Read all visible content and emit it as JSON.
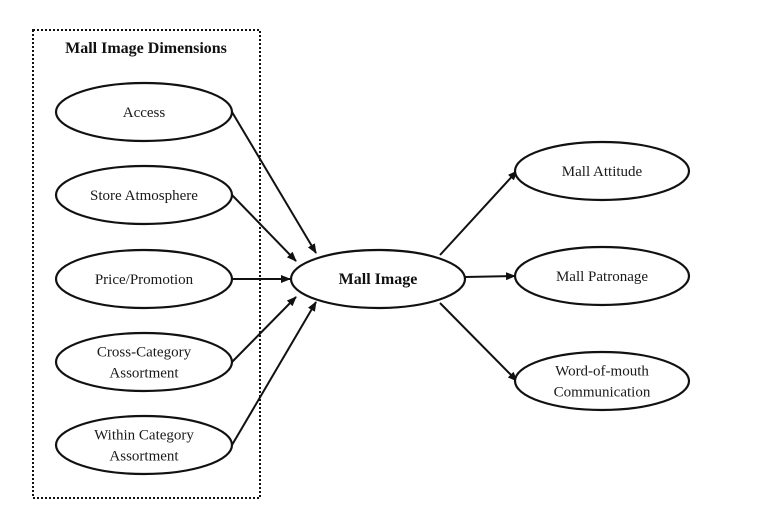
{
  "diagram": {
    "group": {
      "title": "Mall Image Dimensions"
    },
    "inputs": [
      {
        "id": "access",
        "lines": [
          "Access"
        ]
      },
      {
        "id": "store-atmosphere",
        "lines": [
          "Store Atmosphere"
        ]
      },
      {
        "id": "price-promotion",
        "lines": [
          "Price/Promotion"
        ]
      },
      {
        "id": "cross-category-assortment",
        "lines": [
          "Cross-Category",
          "Assortment"
        ]
      },
      {
        "id": "within-category-assortment",
        "lines": [
          "Within Category",
          "Assortment"
        ]
      }
    ],
    "center": {
      "id": "mall-image",
      "lines": [
        "Mall Image"
      ]
    },
    "outputs": [
      {
        "id": "mall-attitude",
        "lines": [
          "Mall Attitude"
        ]
      },
      {
        "id": "mall-patronage",
        "lines": [
          "Mall Patronage"
        ]
      },
      {
        "id": "word-of-mouth",
        "lines": [
          "Word-of-mouth",
          "Communication"
        ]
      }
    ],
    "edges": [
      {
        "from": "access",
        "to": "mall-image"
      },
      {
        "from": "store-atmosphere",
        "to": "mall-image"
      },
      {
        "from": "price-promotion",
        "to": "mall-image"
      },
      {
        "from": "cross-category-assortment",
        "to": "mall-image"
      },
      {
        "from": "within-category-assortment",
        "to": "mall-image"
      },
      {
        "from": "mall-image",
        "to": "mall-attitude"
      },
      {
        "from": "mall-image",
        "to": "mall-patronage"
      },
      {
        "from": "mall-image",
        "to": "word-of-mouth"
      }
    ]
  }
}
